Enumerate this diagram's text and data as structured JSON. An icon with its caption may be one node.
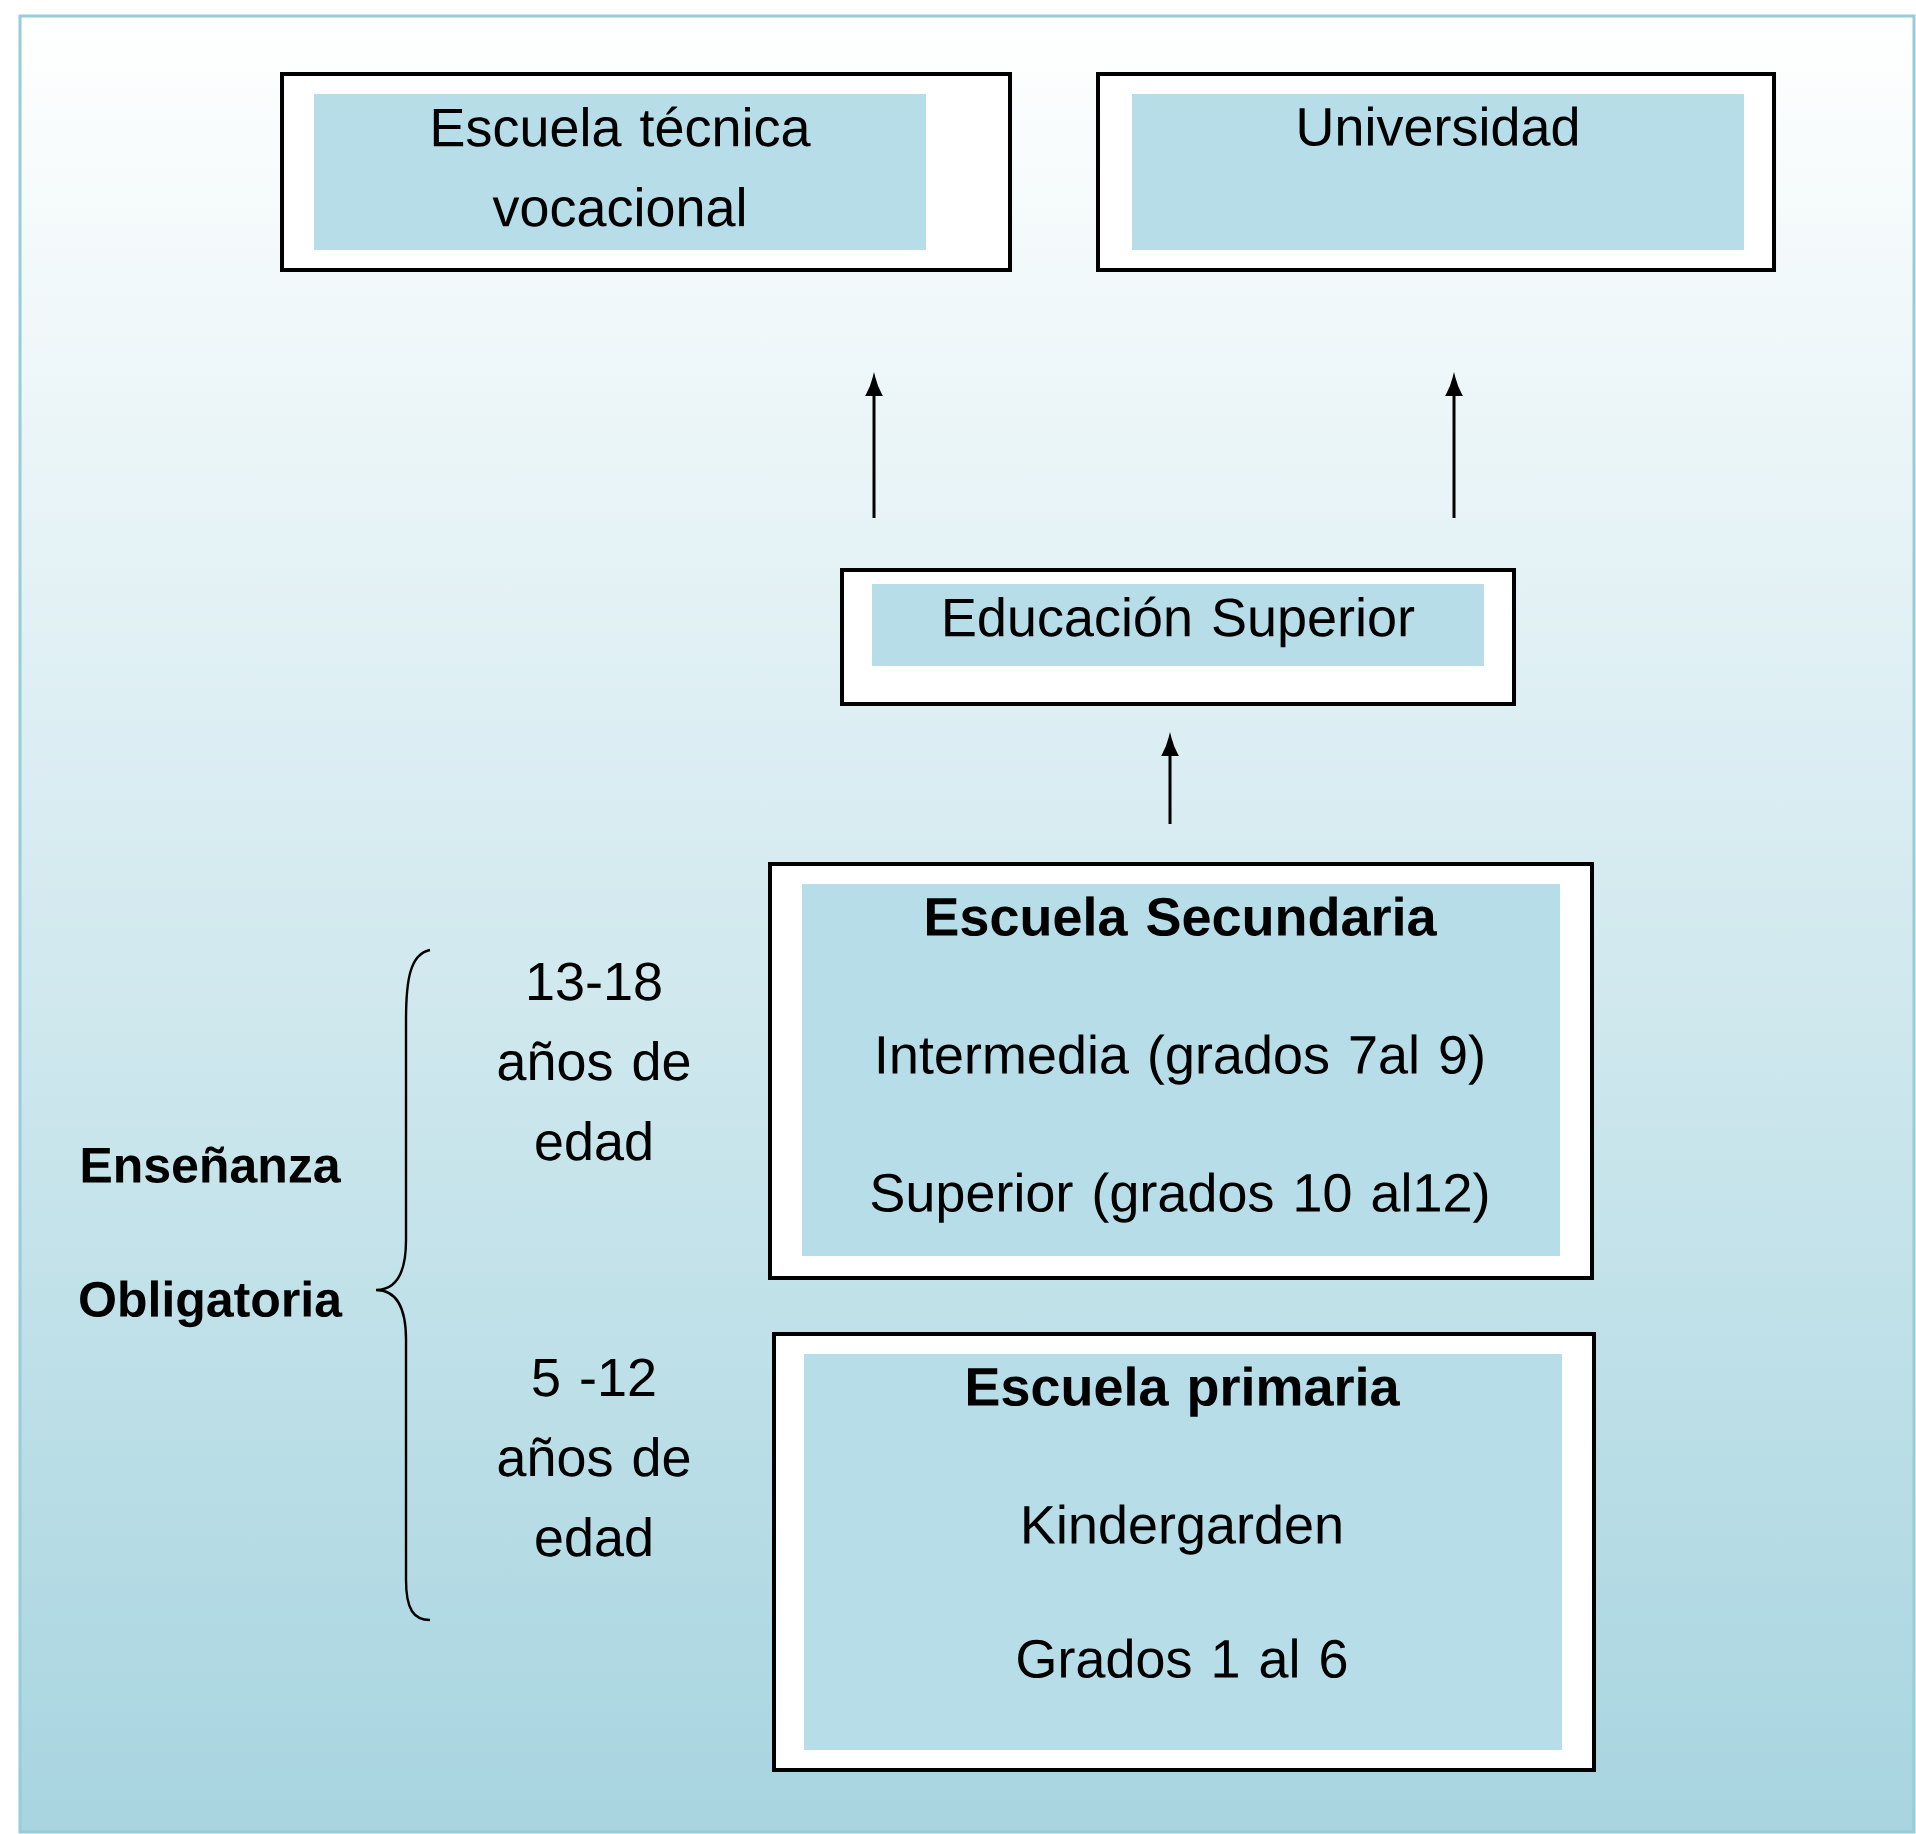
{
  "diagram": {
    "nodes": [
      {
        "text": [
          "Escuela técnica vocacional"
        ]
      },
      {
        "text": [
          "Universidad"
        ]
      },
      {
        "text": [
          "Educación  Superior"
        ]
      },
      {
        "text": [
          "Escuela Secundaria",
          "Intermedia (grados 7al 9)",
          "Superior (grados 10 al12)"
        ]
      },
      {
        "text": [
          "Escuela primaria",
          "Kindergarden",
          "Grados 1 al 6"
        ]
      }
    ],
    "edges": [
      {
        "from": 2,
        "to": 0,
        "arrow": "to"
      },
      {
        "from": 2,
        "to": 1,
        "arrow": "to"
      },
      {
        "from": 3,
        "to": 2,
        "arrow": "to"
      }
    ],
    "labels": [
      "13-18 años de edad",
      "Enseñanza",
      "Obligatoria",
      "5 -12 años de edad"
    ]
  }
}
